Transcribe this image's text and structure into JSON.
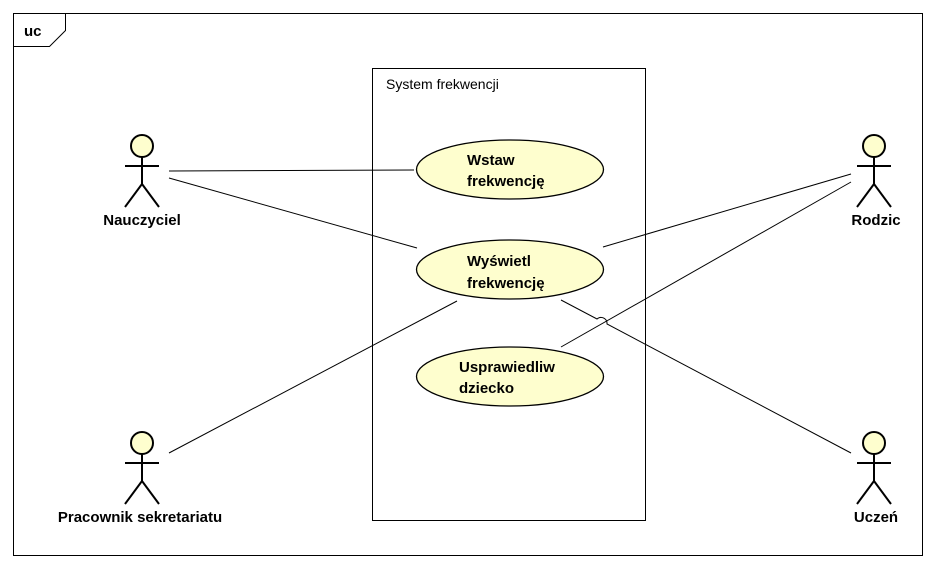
{
  "diagram": {
    "frame_tag": "uc",
    "system_boundary": {
      "name": "System frekwencji"
    },
    "actors": [
      {
        "id": "nauczyciel",
        "name": "Nauczyciel"
      },
      {
        "id": "pracownik",
        "name": "Pracownik sekretariatu"
      },
      {
        "id": "rodzic",
        "name": "Rodzic"
      },
      {
        "id": "uczen",
        "name": "Uczeń"
      }
    ],
    "use_cases": [
      {
        "id": "wstaw",
        "lines": [
          "Wstaw",
          "frekwencję"
        ]
      },
      {
        "id": "wyswietl",
        "lines": [
          "Wyświetl",
          "frekwencję"
        ]
      },
      {
        "id": "usprawiedliw",
        "lines": [
          "Usprawiedliw",
          "dziecko"
        ]
      }
    ],
    "associations": [
      {
        "from": "nauczyciel",
        "to": "wstaw"
      },
      {
        "from": "nauczyciel",
        "to": "wyswietl"
      },
      {
        "from": "pracownik",
        "to": "wyswietl"
      },
      {
        "from": "rodzic",
        "to": "wyswietl"
      },
      {
        "from": "rodzic",
        "to": "usprawiedliw"
      },
      {
        "from": "uczen",
        "to": "wyswietl"
      }
    ],
    "colors": {
      "actor_fill": "#fefece",
      "usecase_fill": "#fefece",
      "stroke": "#000000"
    }
  }
}
